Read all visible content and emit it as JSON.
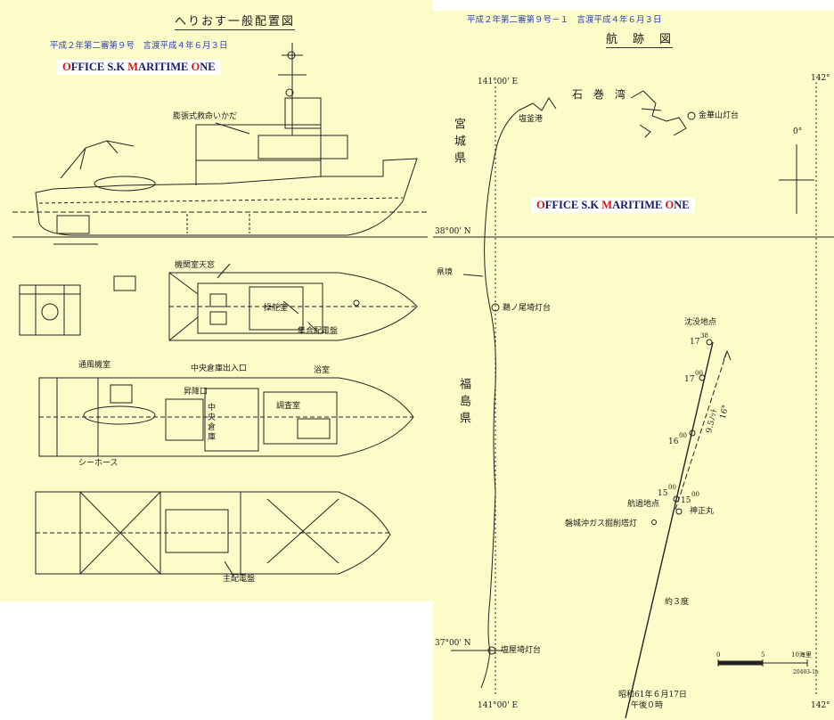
{
  "left": {
    "title": "へりおす一般配置図",
    "case_ref": "平成２年第二審第９号　言渡平成４年６月３日",
    "watermark": {
      "o": "O",
      "ffice": "FFICE S.K ",
      "m": "M",
      "aritime": "ARITIME ",
      "o2": "O",
      "ne": "NE"
    },
    "labels": {
      "liferaft": "膨張式救命いかだ",
      "engine_skylight": "機関室天窓",
      "wheelhouse": "操舵室",
      "switchboard_group": "集合配電盤",
      "vent_engine": "通風機室",
      "central_store_entry": "中央倉庫出入口",
      "bath": "浴室",
      "hatch": "昇降口",
      "central_store": "中央倉庫",
      "survey_room": "調査室",
      "sea_hose": "シーホース",
      "main_switchboard": "主配電盤"
    }
  },
  "right": {
    "case_ref": "平成２年第二審第９号－１　言渡平成４年６月３日",
    "title": "航　跡　図",
    "watermark": {
      "o": "O",
      "ffice": "FFICE S.K ",
      "m": "M",
      "aritime": "ARITIME ",
      "o2": "O",
      "ne": "NE"
    },
    "labels": {
      "lon_141_top": "141°00' E",
      "lon_142_top": "142°",
      "lon_141_bottom": "141°00' E",
      "lon_142_bottom": "142°",
      "lat_38": "38°00' N",
      "lat_37": "37°00' N",
      "ishinomaki_bay": "石　巻　湾",
      "shiogama": "塩釜港",
      "kinkasan": "金華山灯台",
      "miyagi": "宮城県",
      "fukushima": "福島県",
      "kenkyo": "県境",
      "unoozaki": "鵜ノ尾埼灯台",
      "shioyazaki": "塩屋埼灯台",
      "north": "0°",
      "sinking": "沈没地点",
      "passing": "航過地点",
      "shinsho": "神正丸",
      "iwaki_gas": "磐城沖ガス掘削塔灯",
      "about3deg": "約３度",
      "speed": "9.5ﾉｯﾄ",
      "heading": "16°",
      "start1": "昭和61年６月17日",
      "start2": "午後０時",
      "t1738": "17",
      "t1738m": "38",
      "t1700": "17",
      "t1700m": "00",
      "t1600": "16",
      "t1600m": "00",
      "t1500a": "15",
      "t1500am": "00",
      "t1500b": "15",
      "t1500bm": "00",
      "scale0": "0",
      "scale5": "5",
      "scale10": "10海里",
      "scale_note": "20403-1b"
    }
  }
}
